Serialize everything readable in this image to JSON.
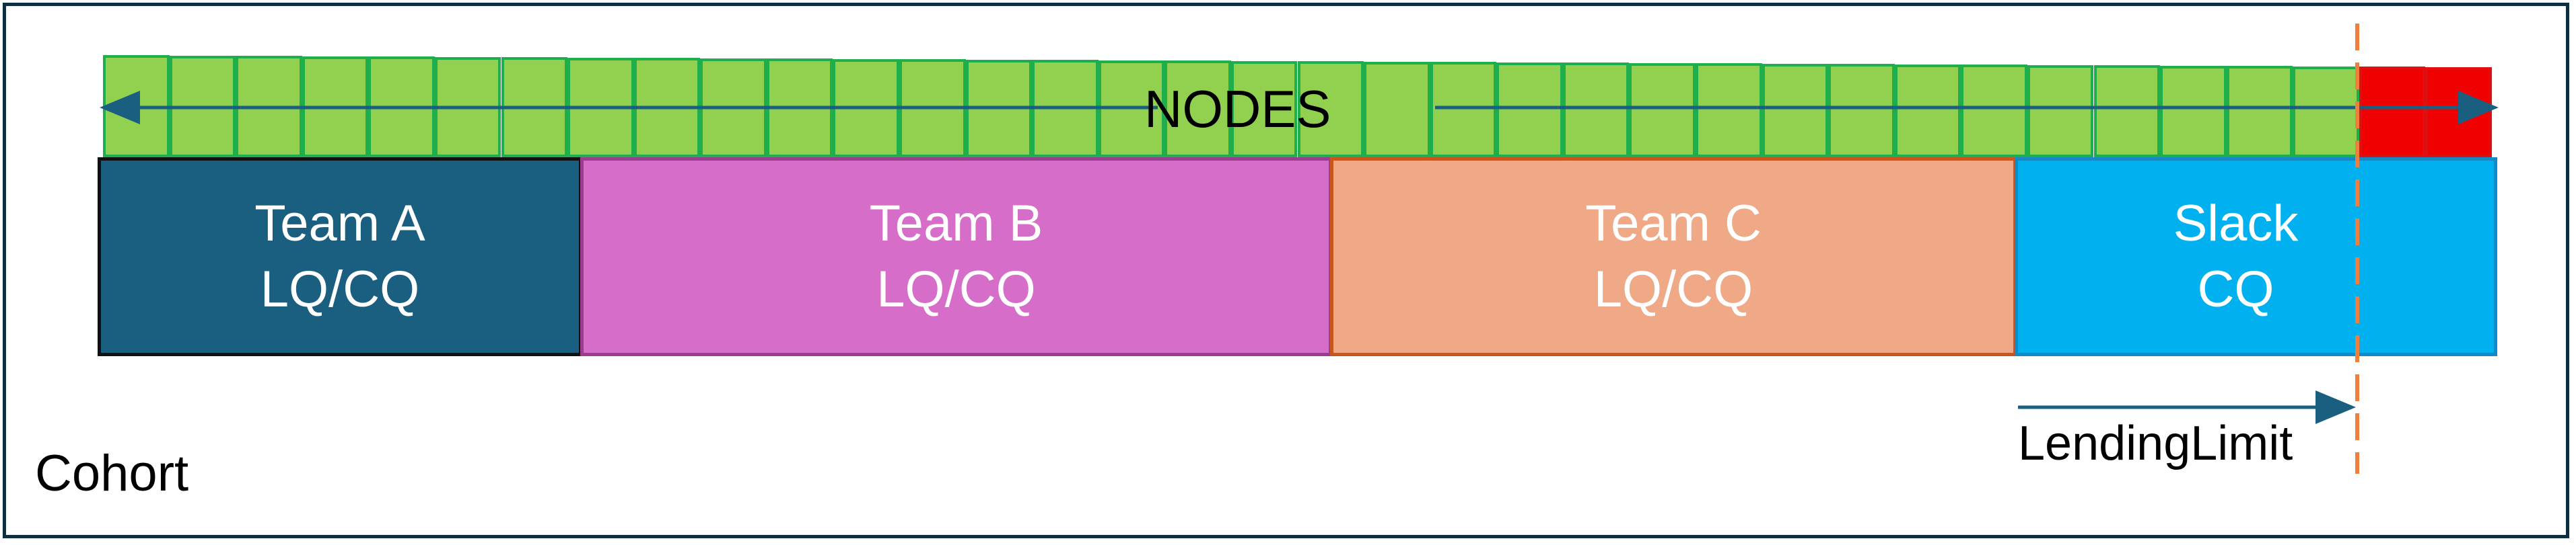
{
  "diagram": {
    "nodes_label": "NODES",
    "cohort_label": "Cohort",
    "lending_limit_label": "LendingLimit",
    "node_count": 36,
    "red_node_count": 2,
    "teams": [
      {
        "name": "Team A",
        "queue": "LQ/CQ",
        "color": "#1a5f80"
      },
      {
        "name": "Team B",
        "queue": "LQ/CQ",
        "color": "#d66dc8"
      },
      {
        "name": "Team C",
        "queue": "LQ/CQ",
        "color": "#f0a987"
      },
      {
        "name": "Slack",
        "queue": "CQ",
        "color": "#00b0ef"
      }
    ],
    "colors": {
      "node_fill": "#92d050",
      "node_border": "#1fae4c",
      "over_limit_node": "#f00000",
      "arrow": "#1a5f80",
      "limit_line": "#ee7f3c"
    }
  }
}
